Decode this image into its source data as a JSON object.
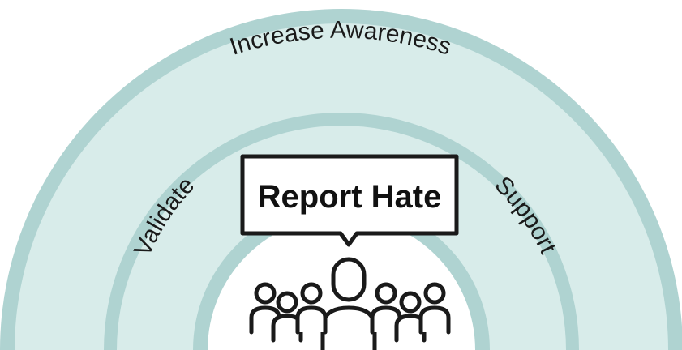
{
  "diagram": {
    "outer_ring_label": "Increase Awareness",
    "left_ring_label": "Validate",
    "right_ring_label": "Support",
    "callout_label": "Report Hate",
    "colors": {
      "ring_band": "#afd3d1",
      "ring_fill": "#d8ecea",
      "center_fill": "#ffffff",
      "ink": "#1a1a1a"
    },
    "icons": [
      "people-group-icon",
      "speech-bubble-icon"
    ]
  }
}
